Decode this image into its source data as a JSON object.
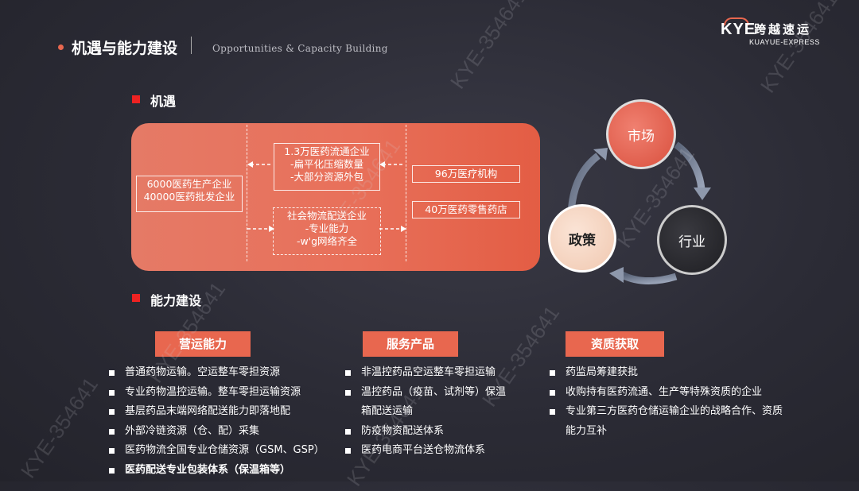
{
  "header": {
    "title": "机遇与能力建设",
    "subtitle_en": "Opportunities & Capacity Building"
  },
  "logo": {
    "mark": "KYE",
    "cn": "跨越速运",
    "en": "KUAYUE-EXPRESS"
  },
  "opportunity": {
    "heading": "机遇",
    "left_box": [
      "6000医药生产企业",
      "40000医药批发企业"
    ],
    "center_top_box": [
      "1.3万医药流通企业",
      "-扁平化压缩数量",
      "-大部分资源外包"
    ],
    "center_bottom_box": [
      "社会物流配送企业",
      "-专业能力",
      "-w'g网络齐全"
    ],
    "right_box_1": "96万医疗机构",
    "right_box_2": "40万医药零售药店"
  },
  "cycle": {
    "market": "市场",
    "industry": "行业",
    "policy": "政策"
  },
  "capability": {
    "heading": "能力建设",
    "columns": [
      {
        "title": "营运能力",
        "items": [
          "普通药物运输。空运整车零担资源",
          "专业药物温控运输。整车零担运输资源",
          "基层药品末端网络配送能力即落地配",
          "外部冷链资源（仓、配）采集",
          "医药物流全国专业仓储资源（GSM、GSP）",
          "医药配送专业包装体系（保温箱等）"
        ]
      },
      {
        "title": "服务产品",
        "items": [
          "非温控药品空运整车零担运输",
          "温控药品（疫苗、试剂等）保温箱配送运输",
          "防疫物资配送体系",
          "医药电商平台送仓物流体系"
        ]
      },
      {
        "title": "资质获取",
        "items": [
          "药监局筹建获批",
          "收购持有医药流通、生产等特殊资质的企业",
          "专业第三方医药仓储运输企业的战略合作、资质能力互补"
        ]
      }
    ]
  },
  "watermark": "KYE-354641",
  "colors": {
    "accent": "#e8674f",
    "bullet_red": "#e22222",
    "background": "#2b2b35"
  }
}
